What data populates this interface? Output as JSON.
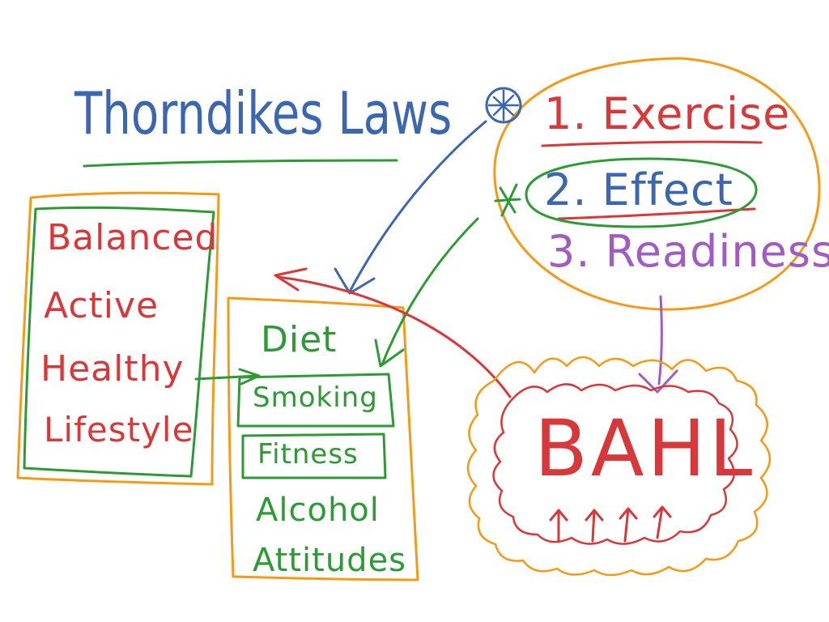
{
  "title": "Thorndikes Laws",
  "bahl_words": [
    "Balanced",
    "Active",
    "Healthy",
    "Lifestyle"
  ],
  "factors": [
    "Diet",
    "Smoking",
    "Fitness",
    "Alcohol",
    "Attitudes"
  ],
  "laws": [
    "1. Exercise",
    "2. Effect",
    "3. Readiness"
  ],
  "bahl_acronym": "BAHL",
  "colors": {
    "title": "#3b66b0",
    "red": "#d9383a",
    "green": "#2e9a35",
    "blue": "#3b66b0",
    "purple": "#a15cc4",
    "orange": "#f49a16"
  }
}
